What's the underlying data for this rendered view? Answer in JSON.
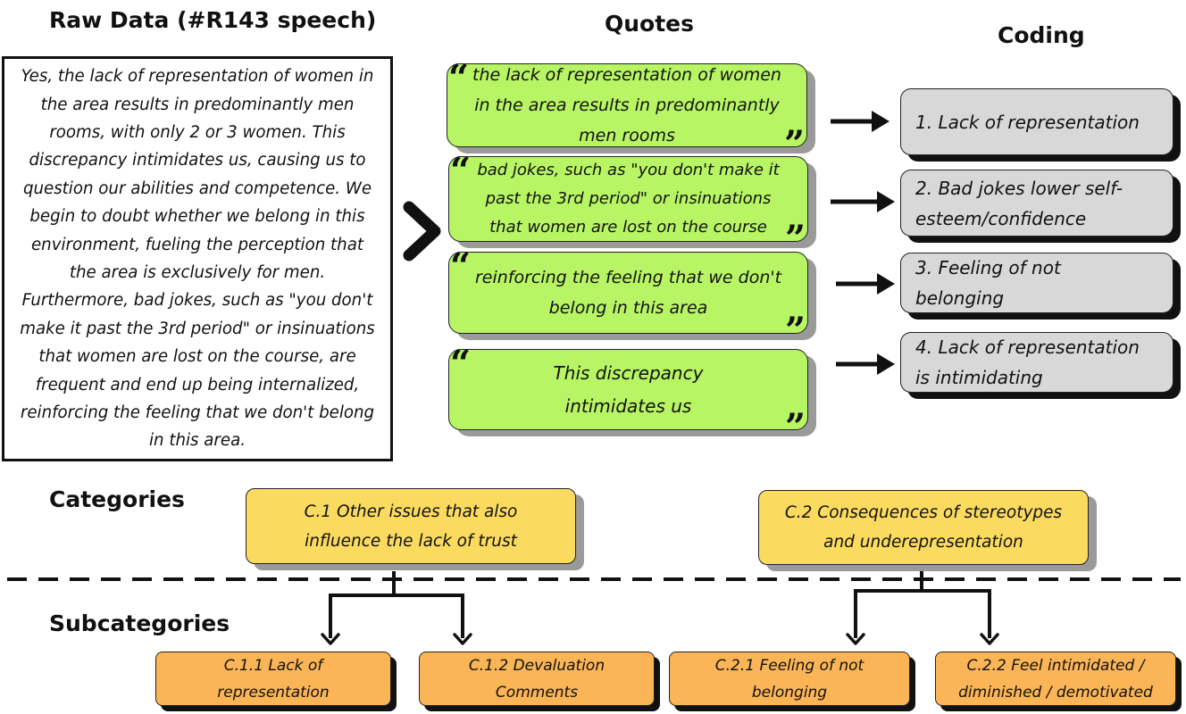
{
  "headings": {
    "raw_data": "Raw Data (#R143 speech)",
    "quotes": "Quotes",
    "coding": "Coding",
    "categories": "Categories",
    "subcategories": "Subcategories"
  },
  "raw_text": "Yes, the lack of representation of women in the area results in predominantly men rooms, with only 2 or 3 women. This discrepancy intimidates us, causing us to question our abilities and competence. We begin to doubt whether we belong in this environment, fueling the perception that the area is exclusively for men. Furthermore, bad jokes, such as \"you don't make it past the 3rd period\" or insinuations that women are lost on the course, are frequent and end up being internalized, reinforcing the feeling that we don't belong in this area.",
  "quote_mark_open": "“",
  "quote_mark_close": "”",
  "quotes": [
    "the lack of representation of women in the area results in predominantly men rooms",
    "bad jokes, such as \"you don't make it past the 3rd period\" or insinuations that women are lost on the course",
    "reinforcing the feeling that we don't belong in this area",
    "This discrepancy intimidates us"
  ],
  "codes": [
    "1. Lack of representation",
    "2. Bad jokes lower self-esteem/confidence",
    "3. Feeling of not belonging",
    "4. Lack of representation is intimidating"
  ],
  "categories": [
    "C.1 Other issues that also influence the lack of trust",
    "C.2 Consequences of stereotypes and underepresentation"
  ],
  "subcategories": [
    "C.1.1 Lack of representation",
    "C.1.2 Devaluation Comments",
    "C.2.1 Feeling of not belonging",
    "C.2.2 Feel intimidated / diminished / demotivated"
  ],
  "colors": {
    "quote_fill": "#b8f565",
    "code_fill": "#d8d8d8",
    "category_fill": "#fbdb5f",
    "subcategory_fill": "#fbb557"
  }
}
